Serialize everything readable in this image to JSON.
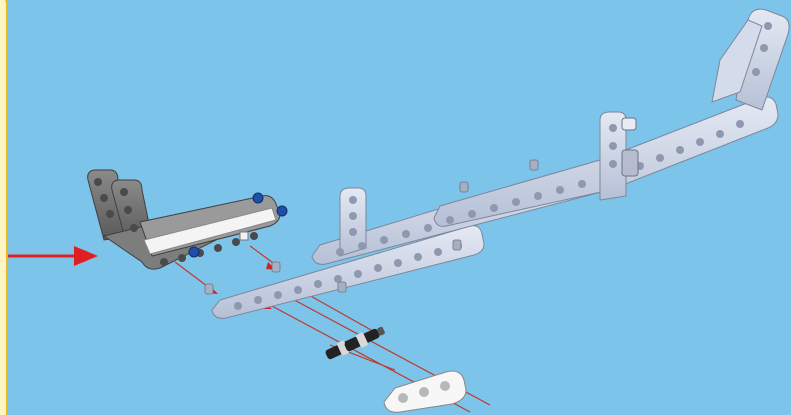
{
  "colors": {
    "background": "#7cc4ea",
    "side_panel": "#fdf6c2",
    "side_panel_border": "#e8b52e",
    "arrow": "#e02020",
    "beam_light": "#c9d2e4",
    "beam_dark": "#6d6d6d",
    "pin_blue": "#1f4fa8",
    "pin_black": "#222222",
    "guide_line": "#c0392b"
  },
  "instruction": {
    "pointer_icon": "arrow-right-icon",
    "parts": [
      "gray-angled-beam-subassembly",
      "long-liftarm-chain",
      "black-friction-pins",
      "white-3-hole-liftarm"
    ]
  }
}
